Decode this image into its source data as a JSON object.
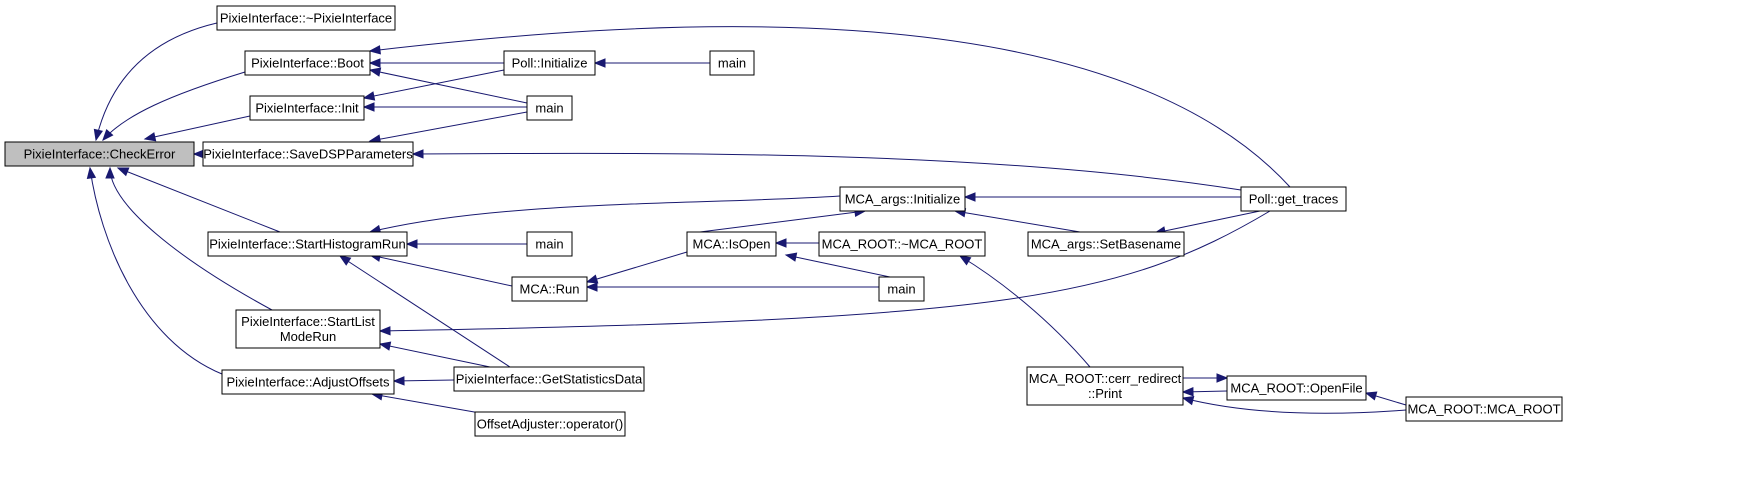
{
  "diagram": {
    "colors": {
      "edge": "#191970",
      "focus_fill": "#bfbfbf",
      "node_fill": "#ffffff",
      "node_stroke": "#000000"
    },
    "nodes": [
      {
        "id": "checkerror",
        "lines": [
          "PixieInterface::CheckError"
        ],
        "focus": true
      },
      {
        "id": "destructor",
        "lines": [
          "PixieInterface::~PixieInterface"
        ]
      },
      {
        "id": "boot",
        "lines": [
          "PixieInterface::Boot"
        ]
      },
      {
        "id": "init",
        "lines": [
          "PixieInterface::Init"
        ]
      },
      {
        "id": "savedsp",
        "lines": [
          "PixieInterface::SaveDSPParameters"
        ]
      },
      {
        "id": "starthist",
        "lines": [
          "PixieInterface::StartHistogramRun"
        ]
      },
      {
        "id": "startlist",
        "lines": [
          "PixieInterface::StartList",
          "ModeRun"
        ]
      },
      {
        "id": "adjustoffsets",
        "lines": [
          "PixieInterface::AdjustOffsets"
        ]
      },
      {
        "id": "pollinit",
        "lines": [
          "Poll::Initialize"
        ]
      },
      {
        "id": "main1",
        "lines": [
          "main"
        ]
      },
      {
        "id": "main2",
        "lines": [
          "main"
        ]
      },
      {
        "id": "mcaargsinit",
        "lines": [
          "MCA_args::Initialize"
        ]
      },
      {
        "id": "main3",
        "lines": [
          "main"
        ]
      },
      {
        "id": "mcarun",
        "lines": [
          "MCA::Run"
        ]
      },
      {
        "id": "getstats",
        "lines": [
          "PixieInterface::GetStatisticsData"
        ]
      },
      {
        "id": "offsetadj",
        "lines": [
          "OffsetAdjuster::operator()"
        ]
      },
      {
        "id": "mcaisopen",
        "lines": [
          "MCA::IsOpen"
        ]
      },
      {
        "id": "mcarootdtor",
        "lines": [
          "MCA_ROOT::~MCA_ROOT"
        ]
      },
      {
        "id": "main4",
        "lines": [
          "main"
        ]
      },
      {
        "id": "setbasename",
        "lines": [
          "MCA_args::SetBasename"
        ]
      },
      {
        "id": "pollgettraces",
        "lines": [
          "Poll::get_traces"
        ]
      },
      {
        "id": "cerrprint",
        "lines": [
          "MCA_ROOT::cerr_redirect",
          "::Print"
        ]
      },
      {
        "id": "openfile",
        "lines": [
          "MCA_ROOT::OpenFile"
        ]
      },
      {
        "id": "mcarootctor",
        "lines": [
          "MCA_ROOT::MCA_ROOT"
        ]
      }
    ],
    "edges": [
      [
        "destructor",
        "checkerror"
      ],
      [
        "boot",
        "checkerror"
      ],
      [
        "init",
        "checkerror"
      ],
      [
        "savedsp",
        "checkerror"
      ],
      [
        "starthist",
        "checkerror"
      ],
      [
        "startlist",
        "checkerror"
      ],
      [
        "adjustoffsets",
        "checkerror"
      ],
      [
        "pollinit",
        "boot"
      ],
      [
        "main2",
        "boot"
      ],
      [
        "pollgettraces",
        "boot"
      ],
      [
        "pollinit",
        "init"
      ],
      [
        "main2",
        "init"
      ],
      [
        "main2",
        "savedsp"
      ],
      [
        "pollgettraces",
        "savedsp"
      ],
      [
        "main1",
        "pollinit"
      ],
      [
        "mcaargsinit",
        "starthist"
      ],
      [
        "main3",
        "starthist"
      ],
      [
        "mcarun",
        "starthist"
      ],
      [
        "getstats",
        "starthist"
      ],
      [
        "getstats",
        "startlist"
      ],
      [
        "pollgettraces",
        "startlist"
      ],
      [
        "getstats",
        "adjustoffsets"
      ],
      [
        "offsetadj",
        "adjustoffsets"
      ],
      [
        "pollgettraces",
        "mcaargsinit"
      ],
      [
        "setbasename",
        "mcaargsinit"
      ],
      [
        "mcaisopen",
        "mcaargsinit"
      ],
      [
        "mcaisopen",
        "mcarun"
      ],
      [
        "main4",
        "mcarun"
      ],
      [
        "mcarootdtor",
        "mcaisopen"
      ],
      [
        "main4",
        "mcaisopen"
      ],
      [
        "pollgettraces",
        "setbasename"
      ],
      [
        "cerrprint",
        "mcarootdtor"
      ],
      [
        "openfile",
        "cerrprint"
      ],
      [
        "mcarootctor",
        "cerrprint"
      ],
      [
        "cerrprint",
        "openfile"
      ],
      [
        "mcarootctor",
        "openfile"
      ]
    ]
  }
}
